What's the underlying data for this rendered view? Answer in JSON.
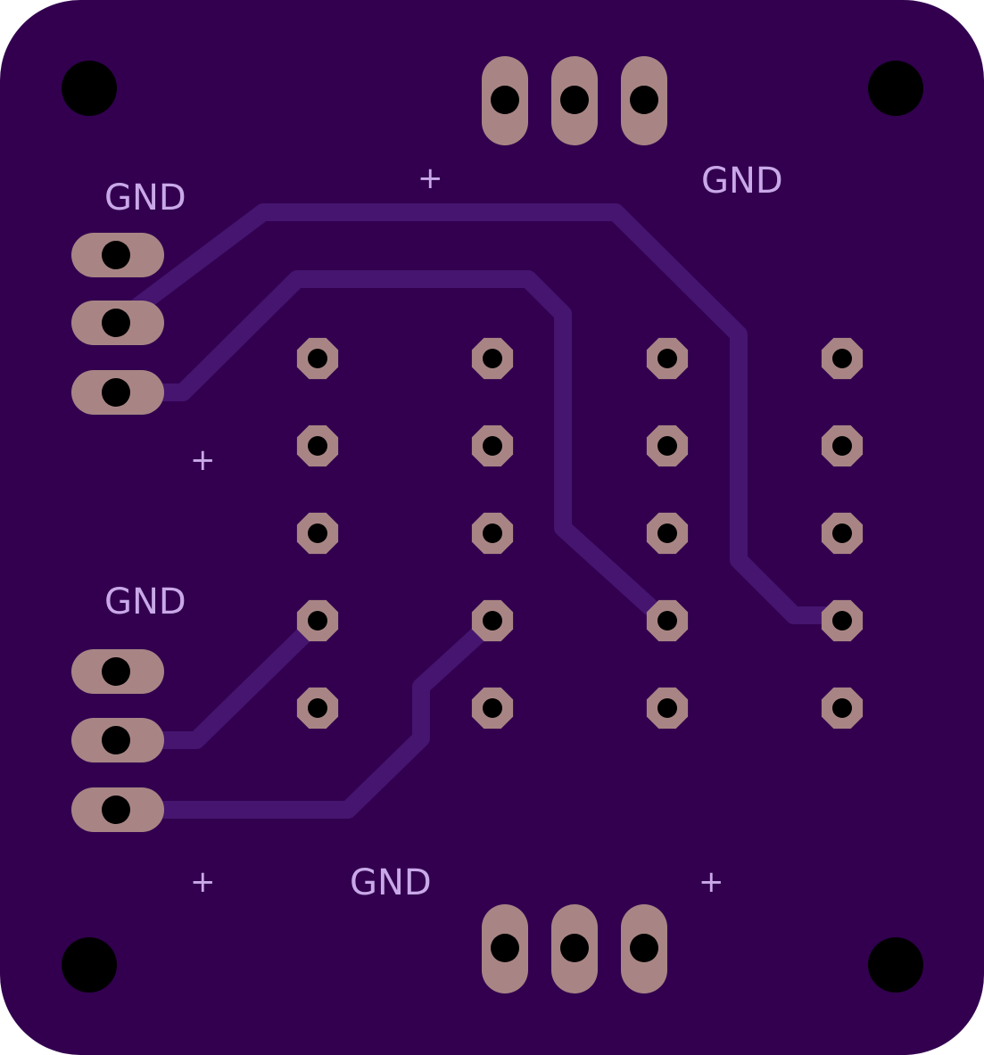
{
  "board": {
    "colors": {
      "substrate": "#32004f",
      "trace": "#45156f",
      "pad_copper": "#a88584",
      "drill": "#000000",
      "silkscreen": "#c9a8e8"
    },
    "labels": {
      "gnd_top_left": "GND",
      "gnd_top_right": "GND",
      "gnd_mid_left": "GND",
      "gnd_bottom": "GND",
      "plus_top": "+",
      "plus_left": "+",
      "plus_bottom_left": "+",
      "plus_bottom_right": "+"
    },
    "header_grid": {
      "rows": 5,
      "cols": 4
    }
  }
}
